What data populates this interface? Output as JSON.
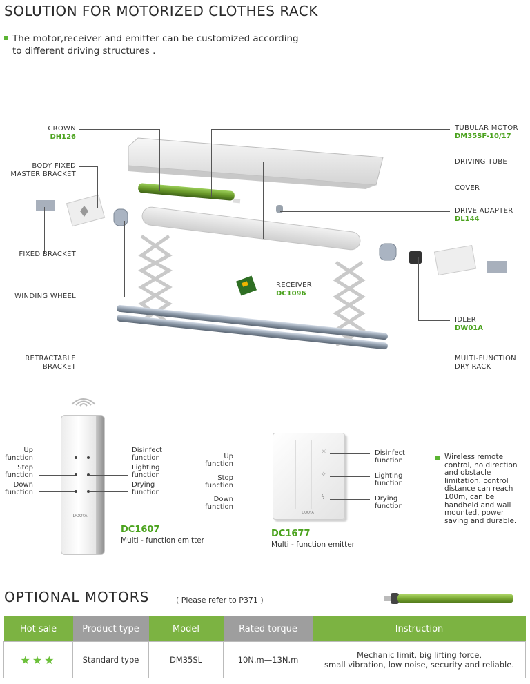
{
  "header": {
    "title": "SOLUTION FOR MOTORIZED CLOTHES RACK",
    "intro_line1": "The motor,receiver and emitter can be customized according",
    "intro_line2": "to different driving structures ."
  },
  "parts": {
    "crown": {
      "label": "CROWN",
      "code": "DH126"
    },
    "body_fixed": {
      "label1": "BODY FIXED",
      "label2": "MASTER BRACKET"
    },
    "fixed_bracket": {
      "label": "FIXED BRACKET"
    },
    "winding_wheel": {
      "label": "WINDING WHEEL"
    },
    "retractable": {
      "label1": "RETRACTABLE",
      "label2": "BRACKET"
    },
    "tubular_motor": {
      "label": "TUBULAR MOTOR",
      "code": "DM35SF-10/17"
    },
    "driving_tube": {
      "label": "DRIVING TUBE"
    },
    "cover": {
      "label": "COVER"
    },
    "drive_adapter": {
      "label": "DRIVE ADAPTER",
      "code": "DL144"
    },
    "receiver": {
      "label": "RECEIVER",
      "code": "DC1096"
    },
    "idler": {
      "label": "IDLER",
      "code": "DW01A"
    },
    "dry_rack": {
      "label1": "MULTI-FUNCTION",
      "label2": "DRY RACK"
    }
  },
  "emitter1": {
    "model": "DC1607",
    "subtitle": "Multi - function emitter",
    "brand": "DOOYA",
    "left_functions": [
      {
        "l1": "Up",
        "l2": "function"
      },
      {
        "l1": "Stop",
        "l2": "function"
      },
      {
        "l1": "Down",
        "l2": "function"
      }
    ],
    "right_functions": [
      {
        "l1": "Disinfect",
        "l2": "function"
      },
      {
        "l1": "Lighting",
        "l2": "function"
      },
      {
        "l1": "Drying",
        "l2": "function"
      }
    ]
  },
  "emitter2": {
    "model": "DC1677",
    "subtitle": "Multi - function emitter",
    "brand": "DOOYA",
    "left_functions": [
      {
        "l1": "Up",
        "l2": "function"
      },
      {
        "l1": "Stop",
        "l2": "function"
      },
      {
        "l1": "Down",
        "l2": "function"
      }
    ],
    "right_functions": [
      {
        "l1": "Disinfect",
        "l2": "function"
      },
      {
        "l1": "Lighting",
        "l2": "function"
      },
      {
        "l1": "Drying",
        "l2": "function"
      }
    ]
  },
  "wireless_note": "Wireless remote control, no direction and obstacle limitation. control distance can reach 100m, can be handheld and wall mounted, power saving and durable.",
  "optional": {
    "title": "OPTIONAL  MOTORS",
    "note": "( Please refer to P371 )",
    "headers": [
      "Hot sale",
      "Product type",
      "Model",
      "Rated torque",
      "Instruction"
    ],
    "row": {
      "stars": "★★★",
      "type": "Standard type",
      "model": "DM35SL",
      "torque": "10N.m—13N.m",
      "instruction1": "Mechanic limit, big lifting force,",
      "instruction2": "small vibration, low noise, security and reliable."
    }
  },
  "colors": {
    "accent": "#7cb342",
    "code_green": "#4aa21d",
    "header_gray": "#9e9e9e"
  }
}
